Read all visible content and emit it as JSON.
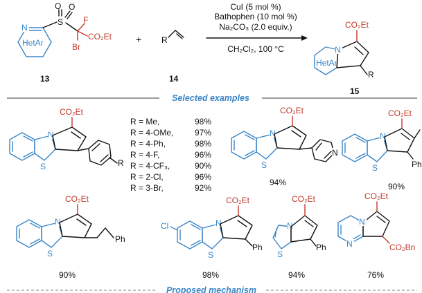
{
  "scheme": {
    "reagent_1": "CuI (5 mol %)",
    "reagent_2": "Bathophen (10 mol %)",
    "reagent_3": "Na₂CO₃ (2.0 equiv.)",
    "conditions": "CH₂Cl₂, 100 °C",
    "compound_ids": {
      "sulfone": "13",
      "alkene": "14",
      "product": "15"
    },
    "atoms": {
      "N": "N",
      "S": "S",
      "O": "O",
      "F": "F",
      "Br": "Br",
      "co2et": "CO₂Et",
      "hetar": "HetAr",
      "R": "R",
      "plus": "+"
    }
  },
  "sections": {
    "selected_examples": "Selected examples",
    "proposed_mechanism": "Proposed mechanism"
  },
  "examples": {
    "r_list": [
      {
        "r": "R = Me,",
        "yield": "98%"
      },
      {
        "r": "R = 4-OMe,",
        "yield": "97%"
      },
      {
        "r": "R = 4-Ph,",
        "yield": "98%"
      },
      {
        "r": "R = 4-F,",
        "yield": "96%"
      },
      {
        "r": "R = 4-CF₃,",
        "yield": "90%"
      },
      {
        "r": "R = 2-Cl,",
        "yield": "96%"
      },
      {
        "r": "R = 3-Br,",
        "yield": "92%"
      }
    ],
    "ph": "Ph",
    "cl": "Cl",
    "co2bn": "CO₂Bn",
    "yields": {
      "pyridyl": "94%",
      "methyl_phenyl": "90%",
      "phenethyl": "90%",
      "chloro": "98%",
      "thiazolo": "94%",
      "pyrimido": "76%"
    }
  },
  "colors": {
    "blue": "#3a86c8",
    "red": "#c0392b",
    "grey": "#9a9a9a",
    "section_title": "#3a86c8"
  }
}
